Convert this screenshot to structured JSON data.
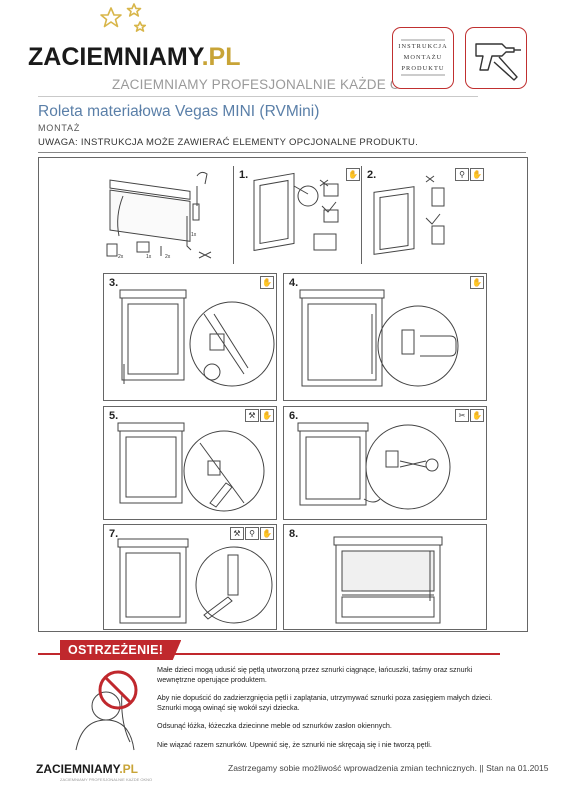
{
  "brand": {
    "logo_main": "ZACIEMNIAMY",
    "logo_ext": ".PL",
    "tagline": "ZACIEMNIAMY PROFESJONALNIE KAŻDE OKNO",
    "accent": "#c8a437",
    "badge_lines": [
      "INSTRUKCJA",
      "MONTAŻU",
      "PRODUKTU"
    ]
  },
  "document": {
    "title": "Roleta materiałowa Vegas MINI (RVMini)",
    "section": "MONTAŻ",
    "notice": "UWAGA: INSTRUKCJA MOŻE ZAWIERAĆ ELEMENTY OPCJONALNE PRODUKTU."
  },
  "steps": [
    {
      "number": "1."
    },
    {
      "number": "2."
    },
    {
      "number": "3."
    },
    {
      "number": "4."
    },
    {
      "number": "5."
    },
    {
      "number": "6."
    },
    {
      "number": "7."
    },
    {
      "number": "8."
    }
  ],
  "parts": {
    "q1": "2x",
    "q2": "1x",
    "q3": "2x",
    "q4": "1x"
  },
  "warning": {
    "heading": "OSTRZEŻENIE!",
    "color": "#c0282d",
    "paragraphs": [
      "Małe dzieci mogą udusić się pętlą utworzoną przez sznurki ciągnące, łańcuszki, taśmy oraz sznurki wewnętrzne operujące produktem.",
      "Aby nie dopuścić do zadzierzgnięcia pętli i zaplątania, utrzymywać sznurki poza zasięgiem małych dzieci. Sznurki mogą owinąć się wokół szyi dziecka.",
      "Odsunąć łóżka, łóżeczka dziecinne meble od sznurków zasłon okiennych.",
      "Nie wiązać razem sznurków. Upewnić się, że sznurki nie skręcają się i nie tworzą pętli."
    ]
  },
  "footer": {
    "logo_main": "ZACIEMNIAMY",
    "logo_ext": ".PL",
    "tagline": "ZACIEMNIAMY PROFESJONALNIE KAŻDE OKNO",
    "note": "Zastrzegamy sobie możliwość wprowadzenia zmian technicznych. || Stan na 01.2015"
  }
}
